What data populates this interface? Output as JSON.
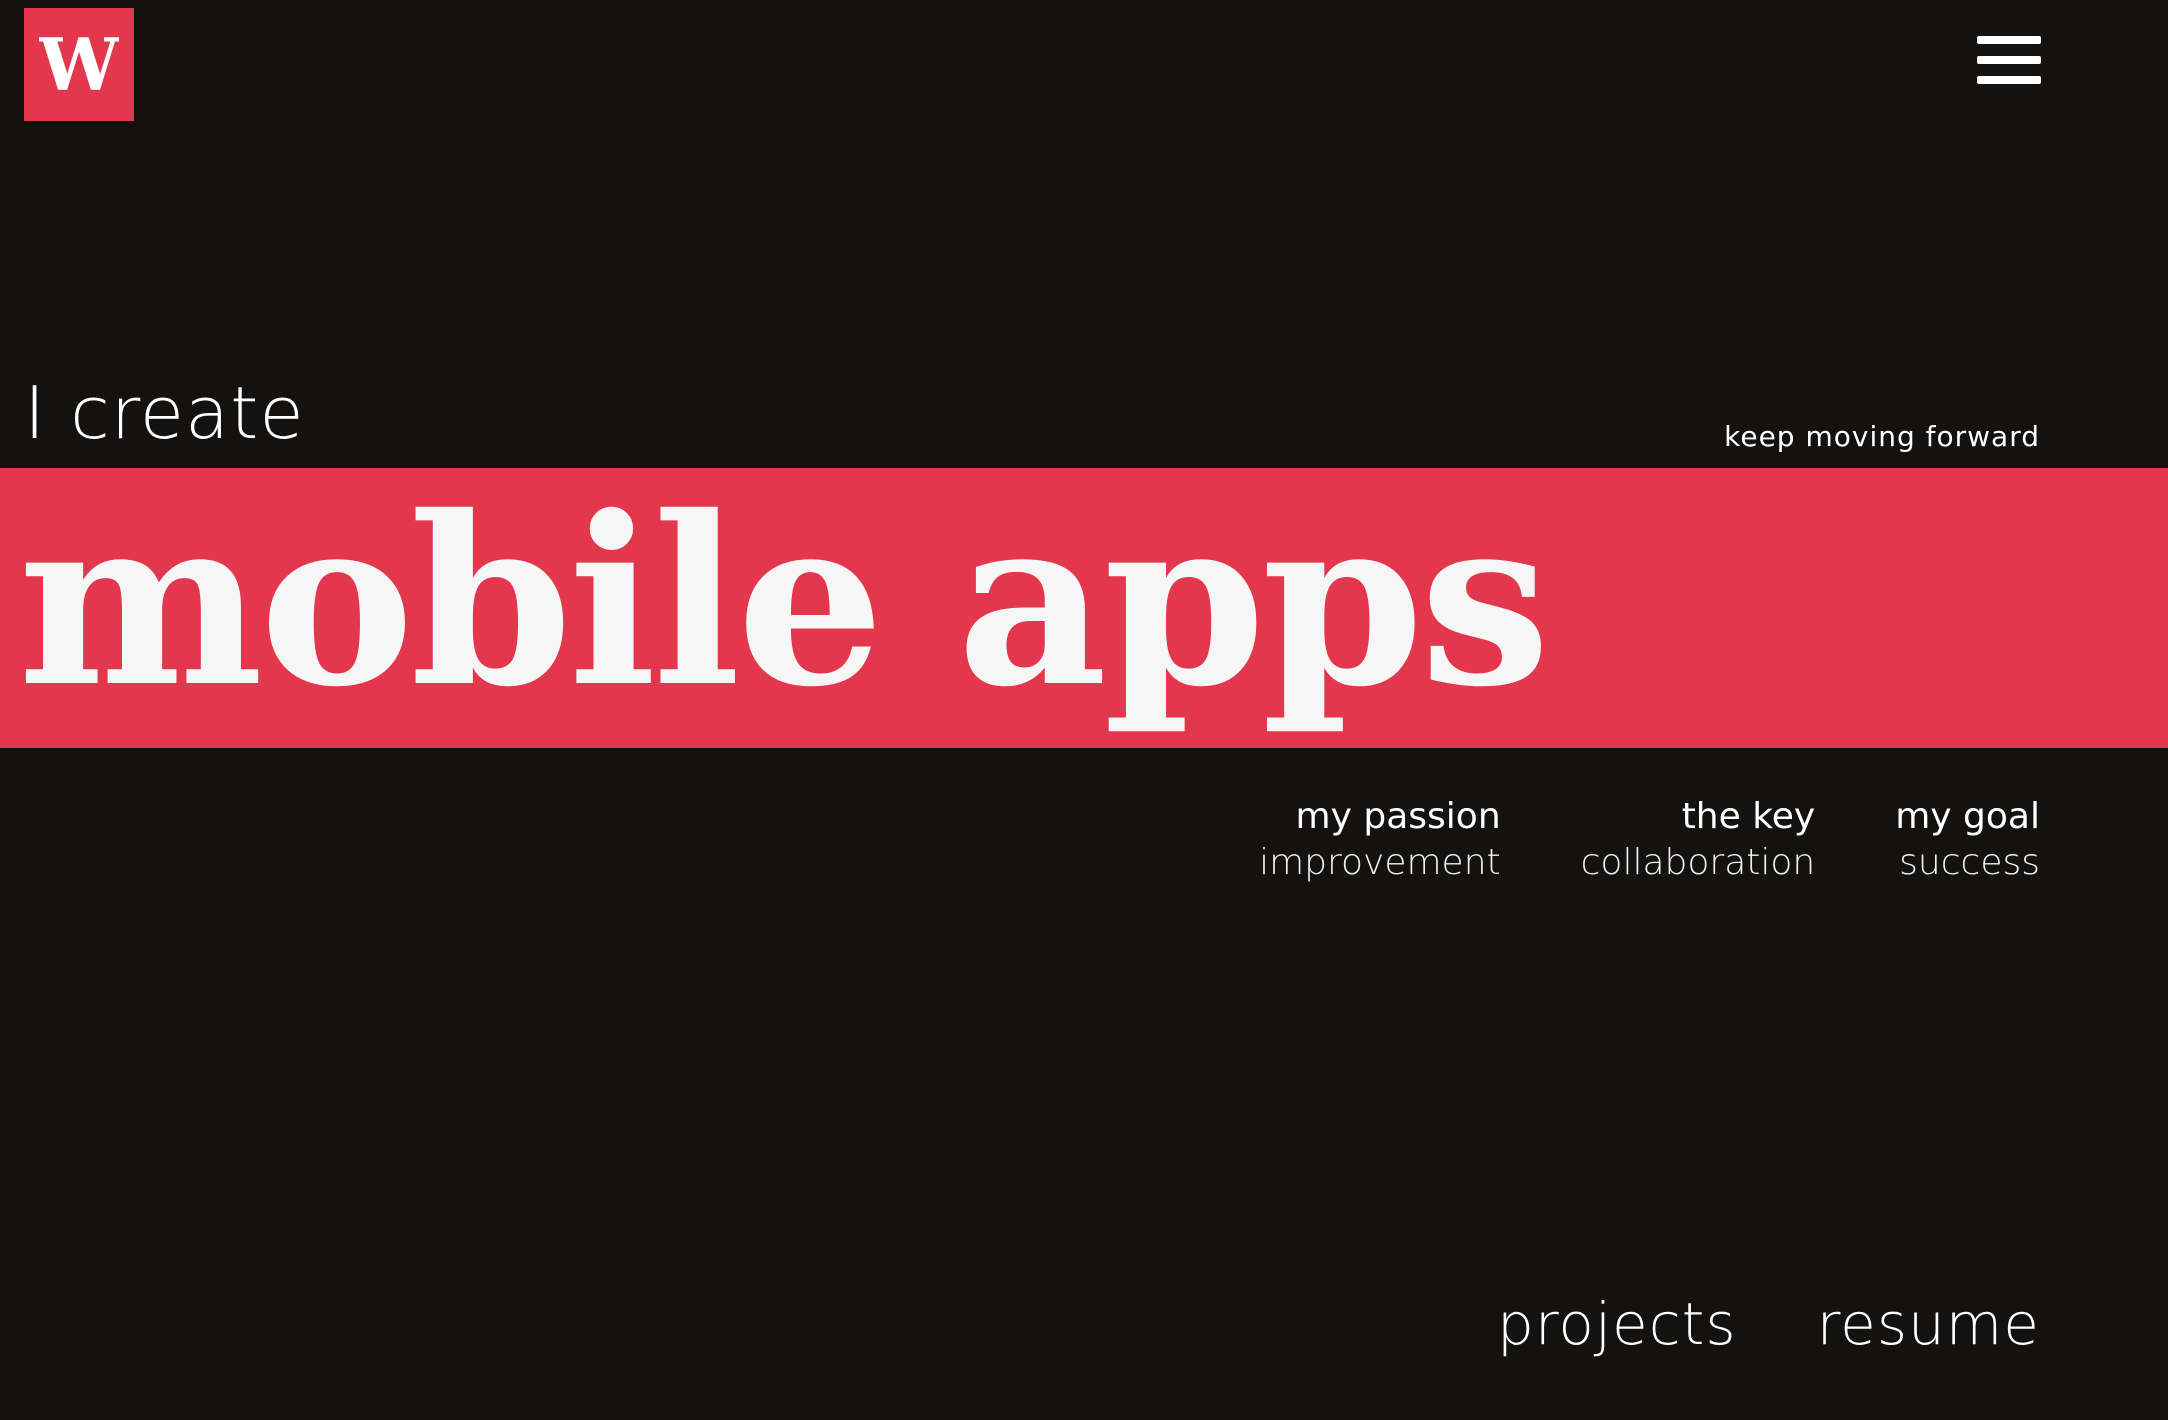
{
  "header": {
    "logo_letter": "W",
    "menu_icon": "hamburger-menu-icon"
  },
  "hero": {
    "intro": "I create",
    "tagline": "keep moving forward",
    "headline": "mobile apps"
  },
  "values": [
    {
      "label": "my passion",
      "value": "improvement"
    },
    {
      "label": "the key",
      "value": "collaboration"
    },
    {
      "label": "my goal",
      "value": "success"
    }
  ],
  "nav": {
    "projects": "projects",
    "resume": "resume"
  },
  "colors": {
    "background": "#131211",
    "accent": "#e2374c",
    "text": "#ffffff"
  }
}
